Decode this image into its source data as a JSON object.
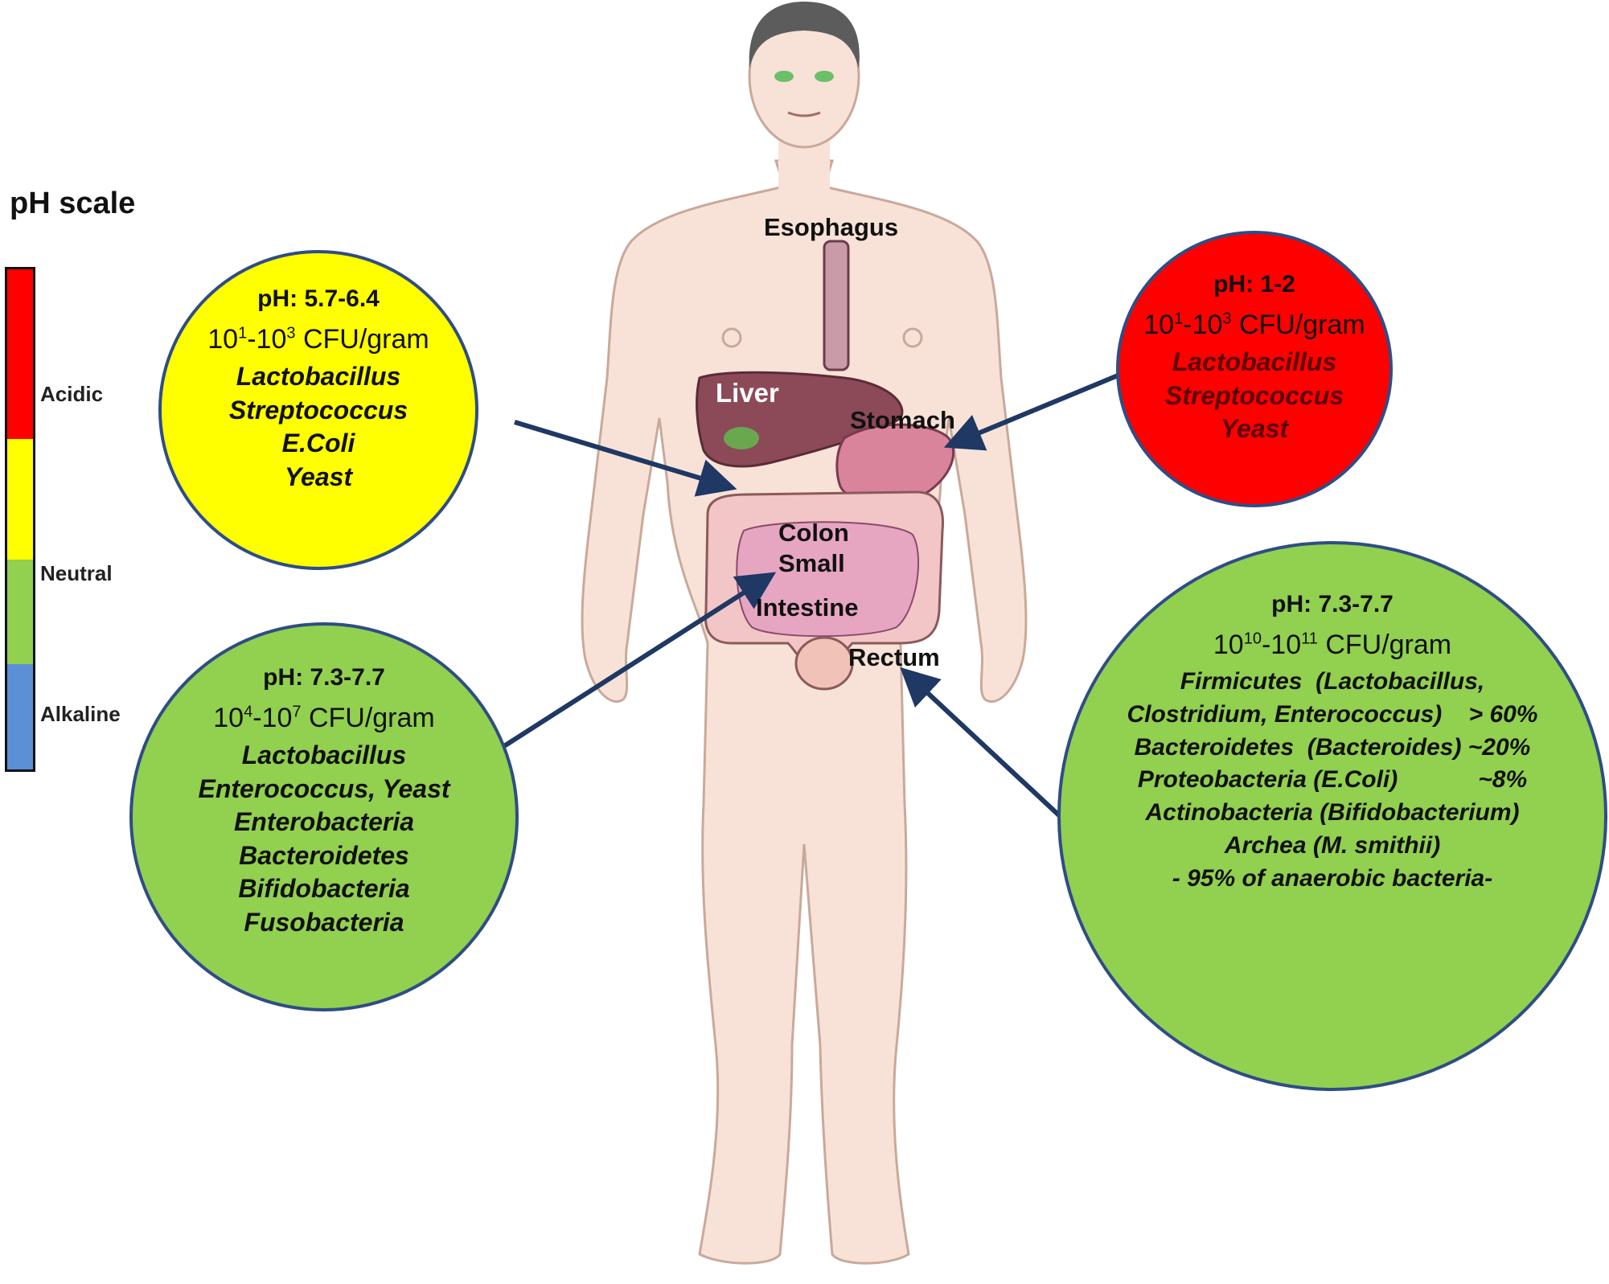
{
  "ph_scale": {
    "title": "pH scale",
    "levels": [
      {
        "label": "Acidic",
        "color": "#ff0000"
      },
      {
        "label": "Neutral",
        "color": "#ffff00"
      },
      {
        "label": "Alkaline",
        "color": "#92d050"
      },
      {
        "label": "",
        "color": "#5b8fd6"
      }
    ]
  },
  "organ_labels": {
    "esophagus": "Esophagus",
    "liver": "Liver",
    "stomach": "Stomach",
    "colon": "Colon",
    "small": "Small",
    "intestine": "Intestine",
    "rectum": "Rectum"
  },
  "regions": {
    "stomach": {
      "color": "#ff0000",
      "ph": "pH: 1-2",
      "cfu_from_base": "10",
      "cfu_from_exp": "1",
      "cfu_to_base": "10",
      "cfu_to_exp": "3",
      "cfu_unit": "CFU/gram",
      "organisms": [
        "Lactobacillus",
        "Streptococcus",
        "Yeast"
      ]
    },
    "duodenum": {
      "color": "#ffff00",
      "ph": "pH: 5.7-6.4",
      "cfu_from_base": "10",
      "cfu_from_exp": "1",
      "cfu_to_base": "10",
      "cfu_to_exp": "3",
      "cfu_unit": "CFU/gram",
      "organisms": [
        "Lactobacillus",
        "Streptococcus",
        "E.Coli",
        "Yeast"
      ]
    },
    "small_intestine": {
      "color": "#92d050",
      "ph": "pH: 7.3-7.7",
      "cfu_from_base": "10",
      "cfu_from_exp": "4",
      "cfu_to_base": "10",
      "cfu_to_exp": "7",
      "cfu_unit": "CFU/gram",
      "organisms": [
        "Lactobacillus",
        "Enterococcus, Yeast",
        "Enterobacteria",
        "Bacteroidetes",
        "Bifidobacteria",
        "Fusobacteria"
      ]
    },
    "colon": {
      "color": "#92d050",
      "ph": "pH: 7.3-7.7",
      "cfu_from_base": "10",
      "cfu_from_exp": "10",
      "cfu_to_base": "10",
      "cfu_to_exp": "11",
      "cfu_unit": "CFU/gram",
      "organisms": [
        "Firmicutes  (Lactobacillus,",
        "Clostridium, Enterococcus)    > 60%",
        "Bacteroidetes  (Bacteroides) ~20%",
        "Proteobacteria (E.Coli)            ~8%",
        "Actinobacteria (Bifidobacterium)",
        "Archea (M. smithii)",
        "- 95% of anaerobic bacteria-"
      ]
    }
  }
}
